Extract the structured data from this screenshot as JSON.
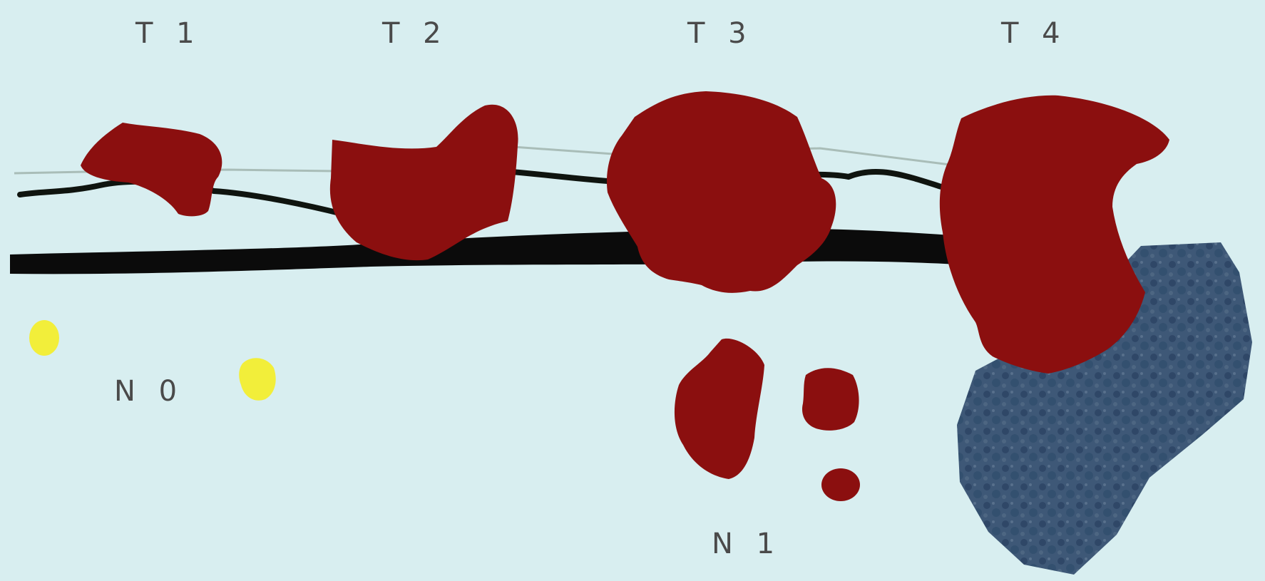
{
  "labels": {
    "t1": "T 1",
    "t2": "T 2",
    "t3": "T 3",
    "t4": "T 4",
    "n0": "N 0",
    "n1": "N 1"
  },
  "colors": {
    "background": "#d8eef0",
    "tumor": "#8b0f0f",
    "nodes": "#f2ee3a",
    "invasion": "#3f5a78",
    "layers": "#101010"
  }
}
